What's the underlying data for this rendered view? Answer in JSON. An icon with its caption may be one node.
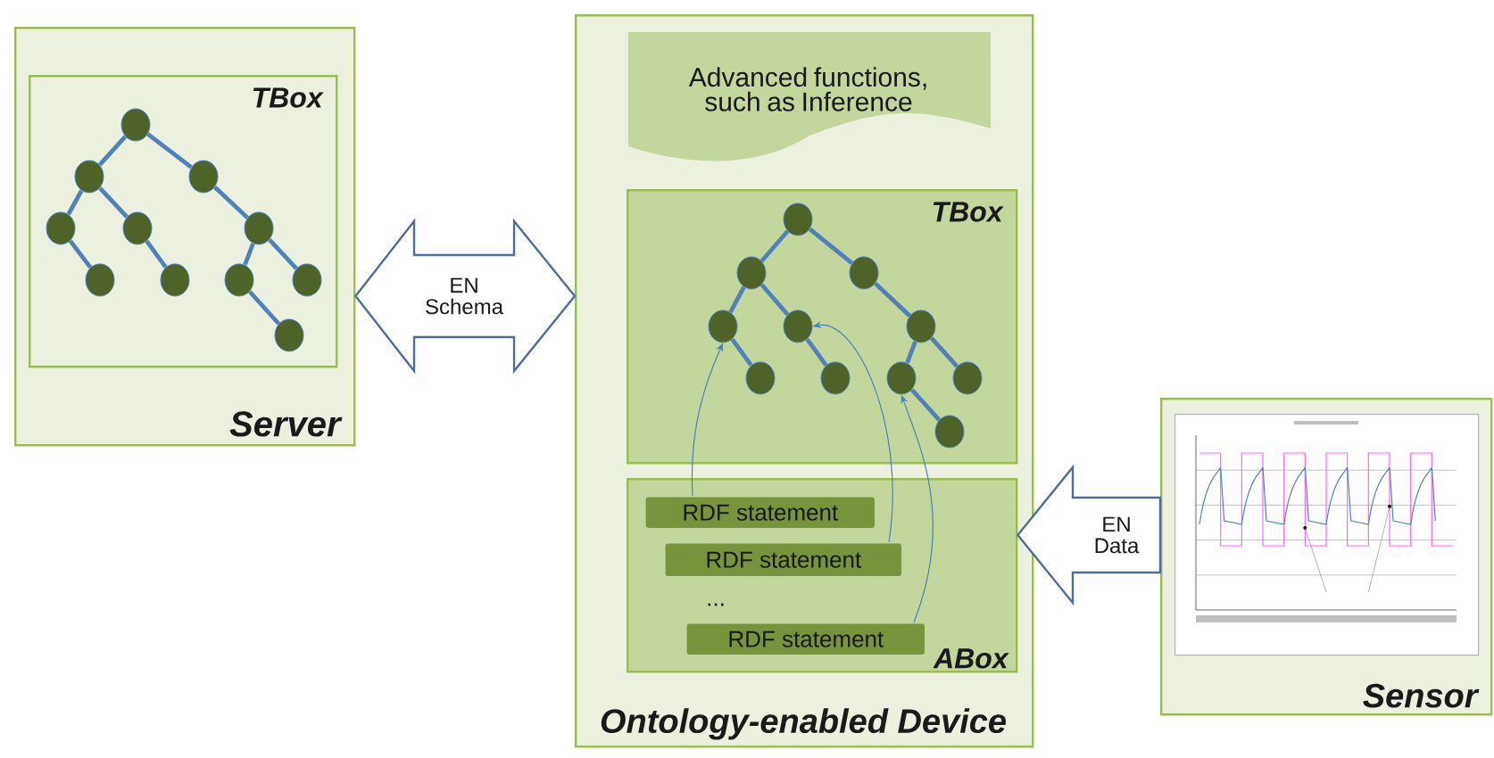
{
  "diagram": {
    "nodes": [
      {
        "text": [
          "Server"
        ]
      },
      {
        "text": [
          "TBox"
        ],
        "in": 0
      },
      {
        "text": [],
        "shape": "circle",
        "in": 1
      },
      {
        "text": [],
        "shape": "circle",
        "in": 1
      },
      {
        "text": [],
        "shape": "circle",
        "in": 1
      },
      {
        "text": [],
        "shape": "circle",
        "in": 1
      },
      {
        "text": [],
        "shape": "circle",
        "in": 1
      },
      {
        "text": [],
        "shape": "circle",
        "in": 1
      },
      {
        "text": [],
        "shape": "circle",
        "in": 1
      },
      {
        "text": [],
        "shape": "circle",
        "in": 1
      },
      {
        "text": [],
        "shape": "circle",
        "in": 1
      },
      {
        "text": [],
        "shape": "circle",
        "in": 1
      },
      {
        "text": [],
        "shape": "circle",
        "in": 1
      },
      {
        "text": [
          "Ontology-enabled Device"
        ]
      },
      {
        "text": [
          "Advanced functions, such as Inference"
        ],
        "in": 13
      },
      {
        "text": [
          "TBox"
        ],
        "in": 13
      },
      {
        "text": [],
        "shape": "circle",
        "in": 15
      },
      {
        "text": [],
        "shape": "circle",
        "in": 15
      },
      {
        "text": [],
        "shape": "circle",
        "in": 15
      },
      {
        "text": [],
        "shape": "circle",
        "in": 15
      },
      {
        "text": [],
        "shape": "circle",
        "in": 15
      },
      {
        "text": [],
        "shape": "circle",
        "in": 15
      },
      {
        "text": [],
        "shape": "circle",
        "in": 15
      },
      {
        "text": [],
        "shape": "circle",
        "in": 15
      },
      {
        "text": [],
        "shape": "circle",
        "in": 15
      },
      {
        "text": [],
        "shape": "circle",
        "in": 15
      },
      {
        "text": [],
        "shape": "circle",
        "in": 15
      },
      {
        "text": [
          "ABox"
        ],
        "in": 13
      },
      {
        "text": [
          "RDF statement"
        ],
        "in": 27
      },
      {
        "text": [
          "RDF statement"
        ],
        "in": 27
      },
      {
        "text": [
          "RDF statement"
        ],
        "in": 27
      },
      {
        "text": [
          "Sensor"
        ]
      },
      {
        "text": [],
        "shape": "picture",
        "in": 31
      }
    ],
    "edges": [
      {
        "from": 2,
        "to": 3,
        "arrow": "none"
      },
      {
        "from": 2,
        "to": 4,
        "arrow": "none"
      },
      {
        "from": 3,
        "to": 5,
        "arrow": "none"
      },
      {
        "from": 3,
        "to": 6,
        "arrow": "none"
      },
      {
        "from": 4,
        "to": 7,
        "arrow": "none"
      },
      {
        "from": 5,
        "to": 8,
        "arrow": "none"
      },
      {
        "from": 6,
        "to": 9,
        "arrow": "none"
      },
      {
        "from": 7,
        "to": 10,
        "arrow": "none"
      },
      {
        "from": 7,
        "to": 11,
        "arrow": "none"
      },
      {
        "from": 10,
        "to": 12,
        "arrow": "none"
      },
      {
        "from": 16,
        "to": 17,
        "arrow": "none"
      },
      {
        "from": 16,
        "to": 18,
        "arrow": "none"
      },
      {
        "from": 17,
        "to": 19,
        "arrow": "none"
      },
      {
        "from": 17,
        "to": 20,
        "arrow": "none"
      },
      {
        "from": 18,
        "to": 21,
        "arrow": "none"
      },
      {
        "from": 19,
        "to": 22,
        "arrow": "none"
      },
      {
        "from": 20,
        "to": 23,
        "arrow": "none"
      },
      {
        "from": 21,
        "to": 24,
        "arrow": "none"
      },
      {
        "from": 21,
        "to": 25,
        "arrow": "none"
      },
      {
        "from": 24,
        "to": 26,
        "arrow": "none"
      },
      {
        "from": 0,
        "to": 13,
        "arrow": "both",
        "label": "EN Schema"
      },
      {
        "from": 31,
        "to": 27,
        "arrow": "to",
        "label": "EN Data"
      },
      {
        "from": 28,
        "to": 19,
        "arrow": "to"
      },
      {
        "from": 29,
        "to": 20,
        "arrow": "to"
      },
      {
        "from": 30,
        "to": 24,
        "arrow": "to"
      }
    ],
    "labels": [
      "..."
    ]
  }
}
